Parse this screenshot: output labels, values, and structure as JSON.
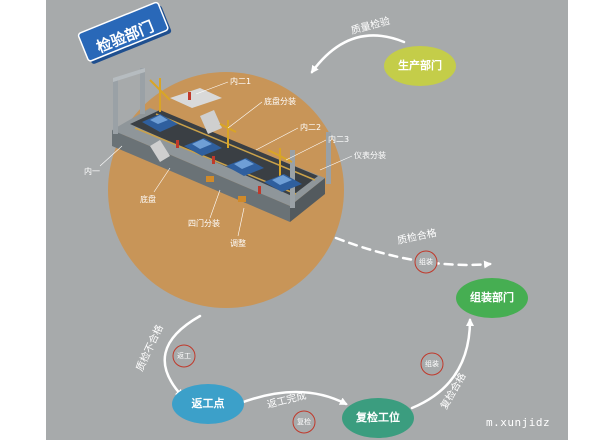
{
  "title_tag": "检验部门",
  "nodes": {
    "production": "生产部门",
    "assembly": "组装部门",
    "rework_point": "返工点",
    "recheck": "复检工位"
  },
  "flow_labels": {
    "qc_inspection": "质量检验",
    "qc_pass": "质检合格",
    "qc_fail": "质检不合格",
    "rework_done": "返工完成",
    "recheck_pass": "复检合格"
  },
  "badges": {
    "assembly_a": "组装",
    "rework": "返工",
    "recheck": "复检",
    "assembly_b": "组装"
  },
  "line_labels": {
    "inner2_1": "内二1",
    "chassis_sub": "底盘分装",
    "inner2_2": "内二2",
    "inner2_3": "内二3",
    "instrument_sub": "仪表分装",
    "inner1": "内一",
    "chassis": "底盘",
    "four_door_sub": "四门分装",
    "adjust": "调整"
  },
  "watermark": "m.xunjidz",
  "colors": {
    "background": "#a7aaab",
    "circle": "#c89558",
    "production": "#c4cd49",
    "assembly": "#46ae52",
    "rework_point": "#3ca0c9",
    "recheck": "#3b9d7f",
    "title_tag": "#2968b8",
    "badge_border": "#c0392b"
  }
}
